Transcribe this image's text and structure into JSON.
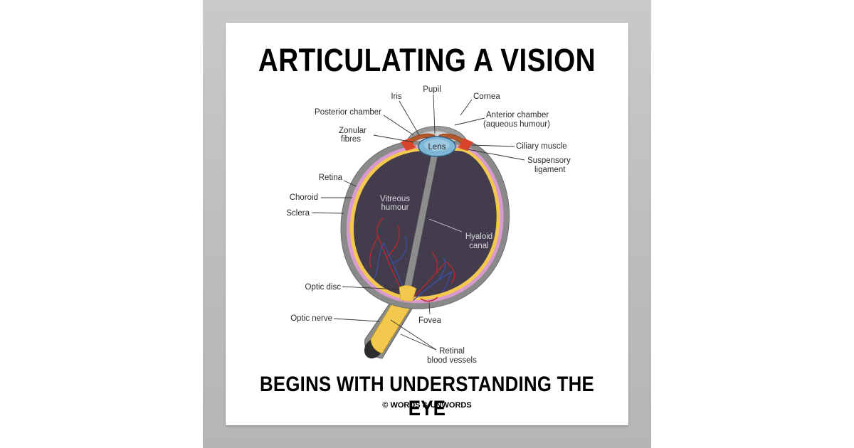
{
  "poster": {
    "title": "ARTICULATING A VISION",
    "subtitle": "BEGINS WITH UNDERSTANDING THE EYE",
    "copyright": "© WORDS & UNWORDS"
  },
  "labels": {
    "pupil": "Pupil",
    "iris": "Iris",
    "cornea": "Cornea",
    "posterior_chamber": "Posterior chamber",
    "anterior_chamber_1": "Anterior chamber",
    "anterior_chamber_2": "(aqueous humour)",
    "zonular_1": "Zonular",
    "zonular_2": "fibres",
    "lens": "Lens",
    "ciliary_muscle": "Ciliary muscle",
    "suspensory_1": "Suspensory",
    "suspensory_2": "ligament",
    "retina": "Retina",
    "choroid": "Choroid",
    "sclera": "Sclera",
    "vitreous_1": "Vitreous",
    "vitreous_2": "humour",
    "hyaloid_1": "Hyaloid",
    "hyaloid_2": "canal",
    "optic_disc": "Optic disc",
    "optic_nerve": "Optic nerve",
    "fovea": "Fovea",
    "retinal_1": "Retinal",
    "retinal_2": "blood vessels"
  },
  "colors": {
    "sclera": "#8a8a8a",
    "vitreous": "#433c4c",
    "retina_yellow": "#f2c94c",
    "choroid_pink": "#d99ad0",
    "lens_blue": "#7fb6d6",
    "iris_brown": "#b2582b",
    "ciliary_red": "#d8432b",
    "blood_red": "#c0282b",
    "blood_blue": "#3c4fa8"
  }
}
